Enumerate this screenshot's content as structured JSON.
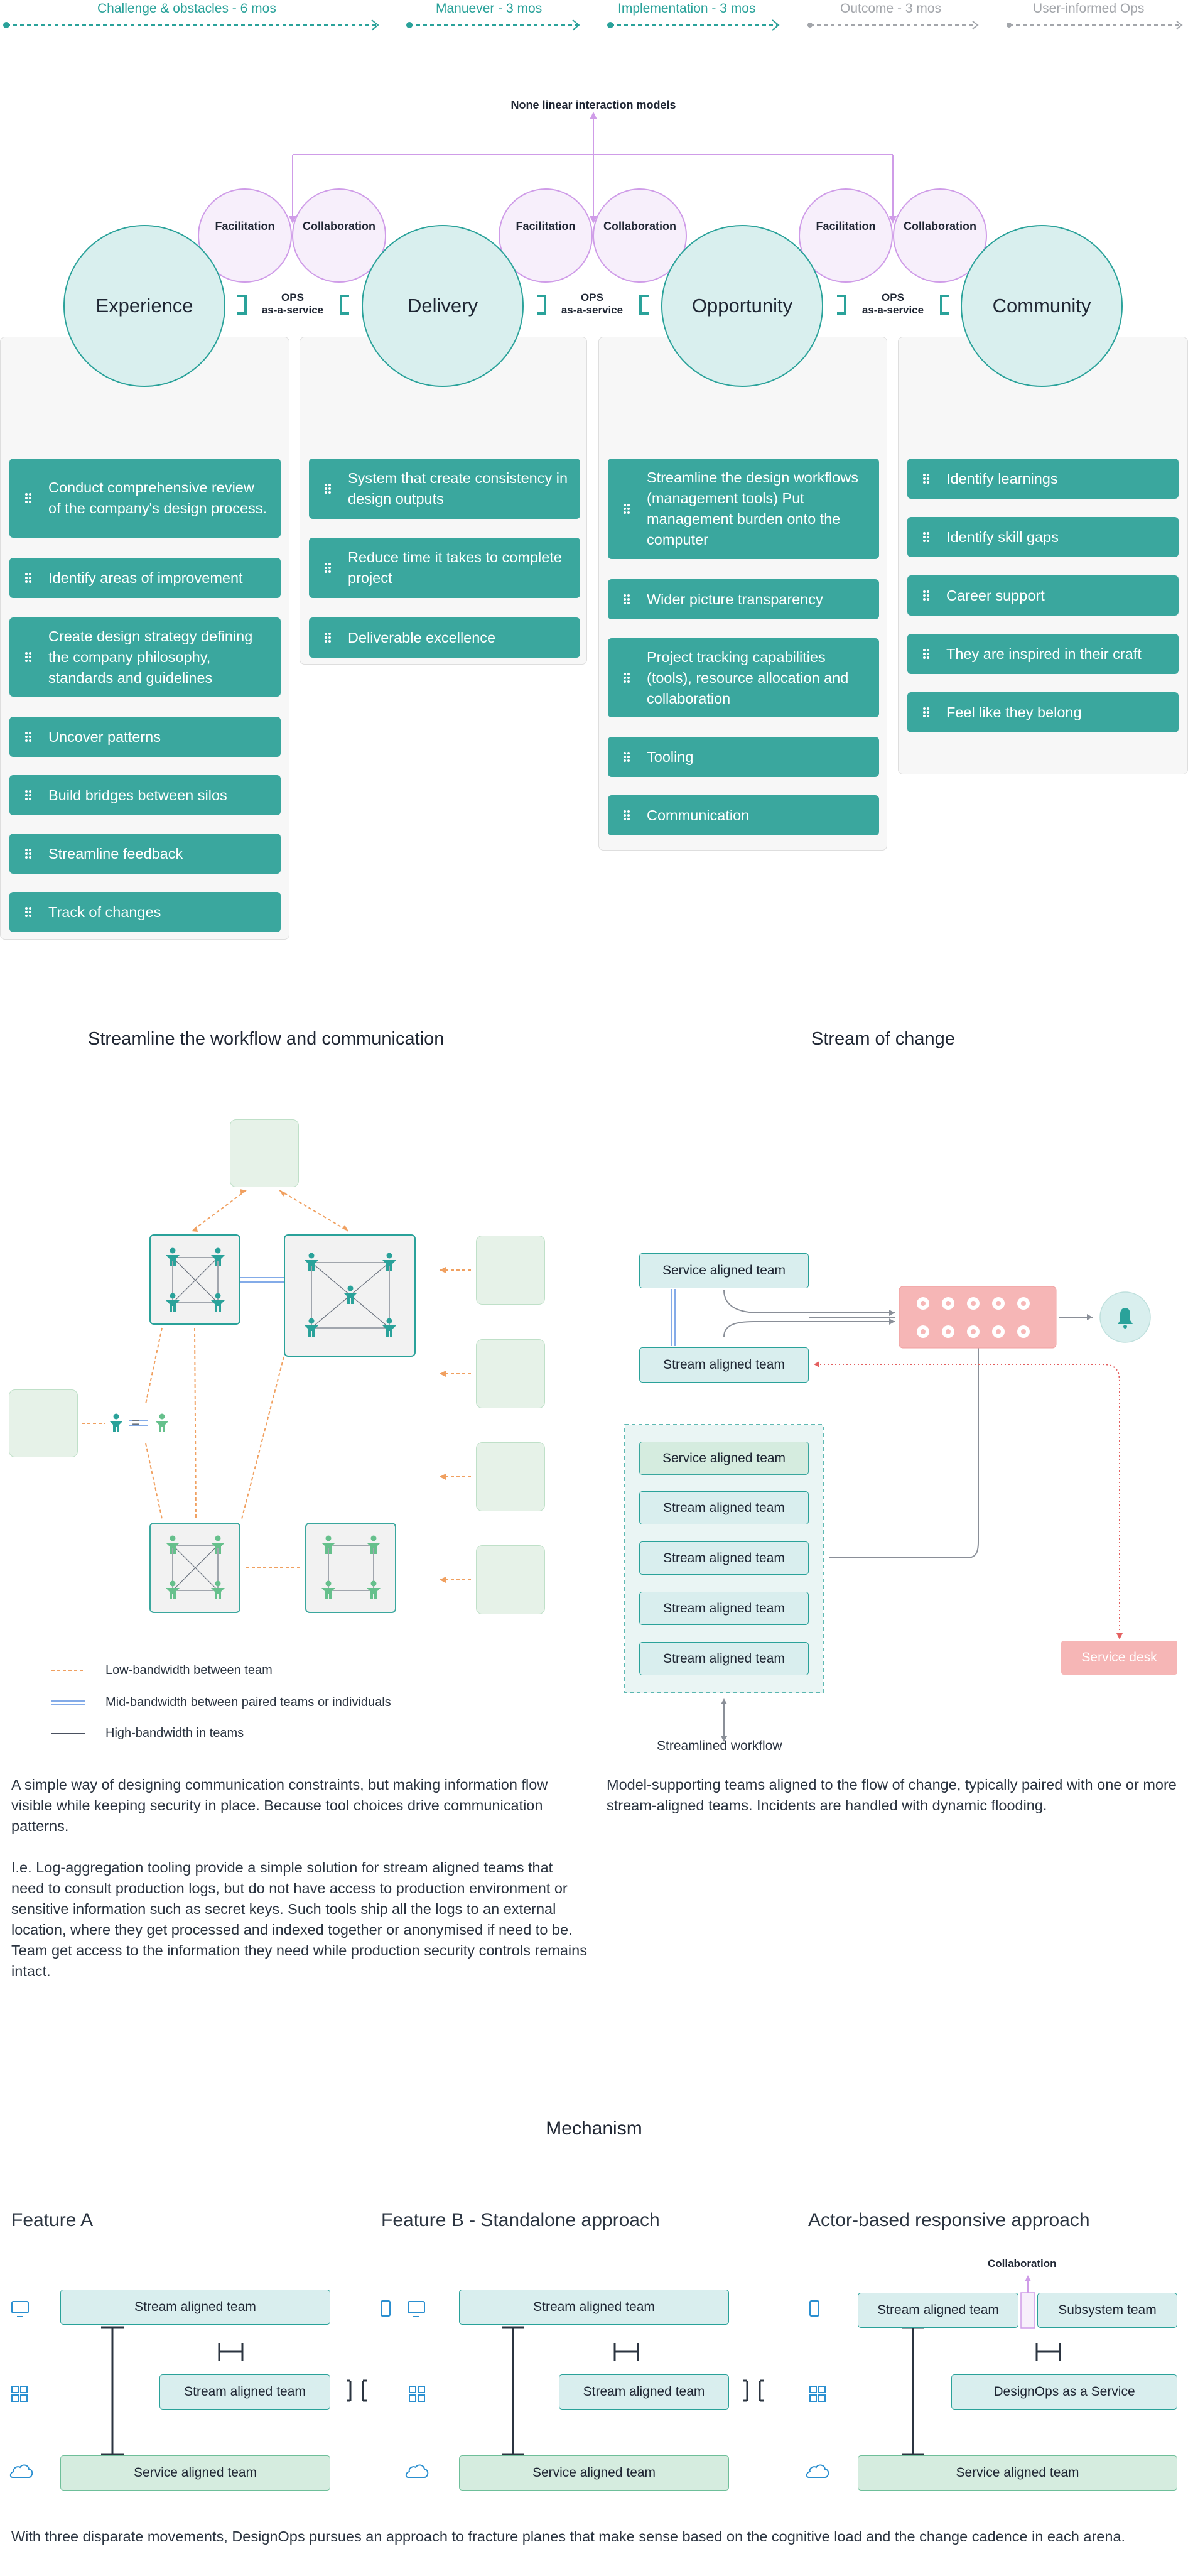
{
  "timeline": {
    "phases": [
      {
        "label": "Challenge & obstacles - 6 mos"
      },
      {
        "label": "Manuever - 3 mos"
      },
      {
        "label": "Implementation - 3 mos"
      },
      {
        "label": "Outcome - 3 mos"
      },
      {
        "label": "User-informed Ops"
      }
    ]
  },
  "model": {
    "title": "None linear interaction models",
    "facilitation": "Facilitation",
    "collaboration": "Collaboration",
    "ops_line1": "OPS",
    "ops_line2": "as-a-service",
    "pillars": [
      {
        "name": "Experience",
        "items": [
          "Conduct comprehensive review of the company's design process.",
          "Identify areas of improvement",
          "Create design strategy defining the company philosophy, standards and guidelines",
          "Uncover patterns",
          "Build bridges between silos",
          "Streamline feedback",
          "Track of changes"
        ]
      },
      {
        "name": "Delivery",
        "items": [
          "System that create consistency in design outputs",
          "Reduce time it takes to complete project",
          "Deliverable excellence"
        ]
      },
      {
        "name": "Opportunity",
        "items": [
          "Streamline the design workflows (management tools) Put management burden onto the computer",
          "Wider picture transparency",
          "Project tracking capabilities (tools), resource allocation and collaboration",
          "Tooling",
          "Communication"
        ]
      },
      {
        "name": "Community",
        "items": [
          "Identify learnings",
          "Identify skill gaps",
          "Career support",
          "They are inspired in their craft",
          "Feel like they belong"
        ]
      }
    ]
  },
  "workflow": {
    "title": "Streamline the workflow and communication",
    "legend": [
      "Low-bandwidth between team",
      "Mid-bandwidth between paired teams or individuals",
      "High-bandwidth in teams"
    ],
    "text": [
      "A simple way of designing communication constraints, but making information flow visible while keeping security in place. Because tool choices drive communication patterns.",
      "I.e. Log-aggregation tooling provide a simple solution for stream aligned teams that need to consult production logs, but do not have access to production environment or sensitive information such as secret keys. Such tools ship all the logs to an external location, where they get processed and indexed together or anonymised if need to be.",
      "Team get access to the information they need while production security controls remains intact."
    ]
  },
  "stream": {
    "title": "Stream of change",
    "service_team": "Service aligned team",
    "stream_team": "Stream aligned team",
    "group": [
      "Service aligned team",
      "Stream aligned team",
      "Stream aligned team",
      "Stream aligned team",
      "Stream aligned team"
    ],
    "service_desk": "Service desk",
    "workflow_label": "Streamlined workflow",
    "text": "Model-supporting teams aligned to the flow of change, typically paired with one or more stream-aligned teams. Incidents are handled with dynamic flooding."
  },
  "mechanism": {
    "title": "Mechanism",
    "features": [
      {
        "title": "Feature A",
        "top": "Stream aligned team",
        "middle": "Stream aligned team",
        "bottom": "Service aligned team"
      },
      {
        "title": "Feature B - Standalone approach",
        "top": "Stream aligned team",
        "middle": "Stream aligned team",
        "bottom": "Service aligned team"
      },
      {
        "title": "Actor-based responsive approach",
        "top": "Stream aligned team",
        "top_right": "Subsystem team",
        "middle": "DesignOps as a Service",
        "bottom": "Service aligned team",
        "collab": "Collaboration"
      }
    ],
    "footer": "With three disparate movements, DesignOps pursues an approach to fracture planes that make sense based on the cognitive load and the change cadence in each arena."
  },
  "colors": {
    "teal": "#3aa79e",
    "purple": "#cf9ce8",
    "orange": "#f0a060",
    "pink": "#f6b6b6"
  }
}
